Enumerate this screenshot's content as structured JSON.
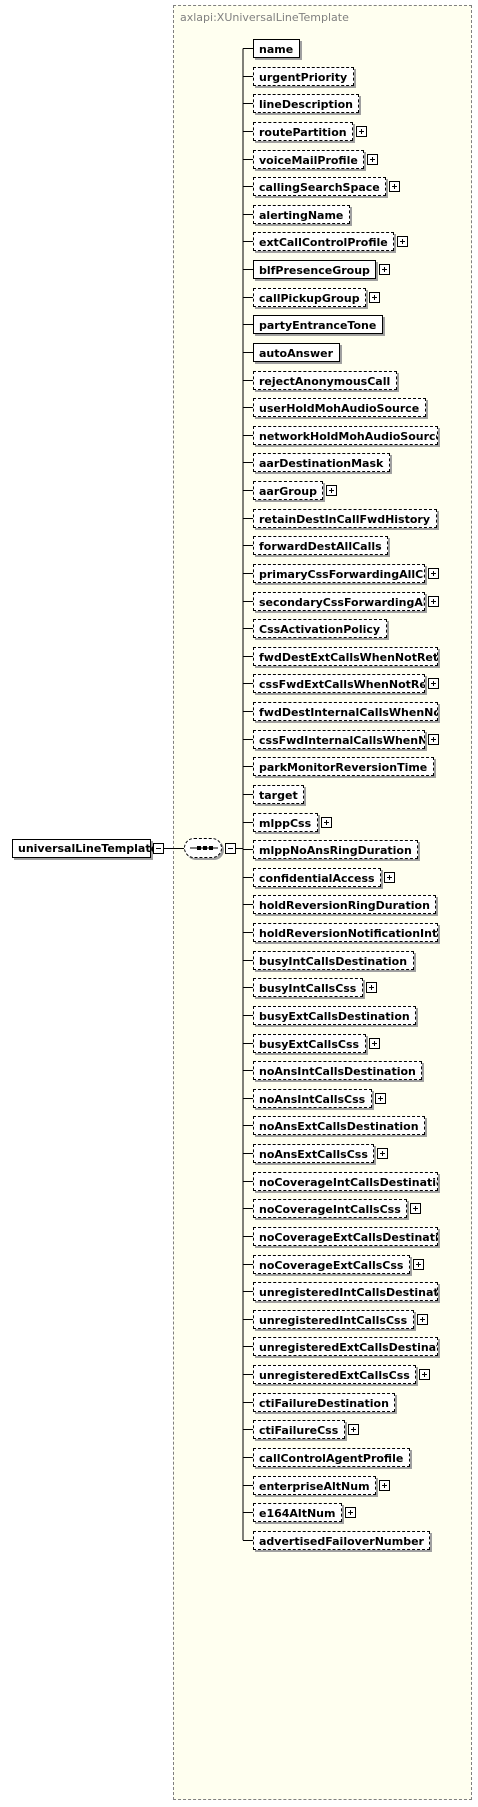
{
  "type_label": "axlapi:XUniversalLineTemplate",
  "root_element": "universalLineTemplate",
  "elements": [
    {
      "name": "name",
      "optional": false,
      "expandable": false
    },
    {
      "name": "urgentPriority",
      "optional": true,
      "expandable": false
    },
    {
      "name": "lineDescription",
      "optional": true,
      "expandable": false
    },
    {
      "name": "routePartition",
      "optional": true,
      "expandable": true
    },
    {
      "name": "voiceMailProfile",
      "optional": true,
      "expandable": true
    },
    {
      "name": "callingSearchSpace",
      "optional": true,
      "expandable": true
    },
    {
      "name": "alertingName",
      "optional": true,
      "expandable": false
    },
    {
      "name": "extCallControlProfile",
      "optional": true,
      "expandable": true
    },
    {
      "name": "blfPresenceGroup",
      "optional": false,
      "expandable": true
    },
    {
      "name": "callPickupGroup",
      "optional": true,
      "expandable": true
    },
    {
      "name": "partyEntranceTone",
      "optional": false,
      "expandable": false
    },
    {
      "name": "autoAnswer",
      "optional": false,
      "expandable": false
    },
    {
      "name": "rejectAnonymousCall",
      "optional": true,
      "expandable": false
    },
    {
      "name": "userHoldMohAudioSource",
      "optional": true,
      "expandable": false
    },
    {
      "name": "networkHoldMohAudioSource",
      "optional": true,
      "expandable": false
    },
    {
      "name": "aarDestinationMask",
      "optional": true,
      "expandable": false
    },
    {
      "name": "aarGroup",
      "optional": true,
      "expandable": true
    },
    {
      "name": "retainDestInCallFwdHistory",
      "optional": true,
      "expandable": false
    },
    {
      "name": "forwardDestAllCalls",
      "optional": true,
      "expandable": false
    },
    {
      "name": "primaryCssForwardingAllCalls",
      "optional": true,
      "expandable": true
    },
    {
      "name": "secondaryCssForwardingAllCa...",
      "optional": true,
      "expandable": true
    },
    {
      "name": "CssActivationPolicy",
      "optional": true,
      "expandable": false
    },
    {
      "name": "fwdDestExtCallsWhenNotRetriew...",
      "optional": true,
      "expandable": false
    },
    {
      "name": "cssFwdExtCallsWhenNotRetrie...",
      "optional": true,
      "expandable": true
    },
    {
      "name": "fwdDestInternalCallsWhenNotR...",
      "optional": true,
      "expandable": false
    },
    {
      "name": "cssFwdInternalCallsWhenNotR...",
      "optional": true,
      "expandable": true
    },
    {
      "name": "parkMonitorReversionTime",
      "optional": true,
      "expandable": false
    },
    {
      "name": "target",
      "optional": true,
      "expandable": false
    },
    {
      "name": "mlppCss",
      "optional": true,
      "expandable": true
    },
    {
      "name": "mlppNoAnsRingDuration",
      "optional": true,
      "expandable": false
    },
    {
      "name": "confidentialAccess",
      "optional": true,
      "expandable": true
    },
    {
      "name": "holdReversionRingDuration",
      "optional": true,
      "expandable": false
    },
    {
      "name": "holdReversionNotificationInterval",
      "optional": true,
      "expandable": false
    },
    {
      "name": "busyIntCallsDestination",
      "optional": true,
      "expandable": false
    },
    {
      "name": "busyIntCallsCss",
      "optional": true,
      "expandable": true
    },
    {
      "name": "busyExtCallsDestination",
      "optional": true,
      "expandable": false
    },
    {
      "name": "busyExtCallsCss",
      "optional": true,
      "expandable": true
    },
    {
      "name": "noAnsIntCallsDestination",
      "optional": true,
      "expandable": false
    },
    {
      "name": "noAnsIntCallsCss",
      "optional": true,
      "expandable": true
    },
    {
      "name": "noAnsExtCallsDestination",
      "optional": true,
      "expandable": false
    },
    {
      "name": "noAnsExtCallsCss",
      "optional": true,
      "expandable": true
    },
    {
      "name": "noCoverageIntCallsDestination",
      "optional": true,
      "expandable": false
    },
    {
      "name": "noCoverageIntCallsCss",
      "optional": true,
      "expandable": true
    },
    {
      "name": "noCoverageExtCallsDestination",
      "optional": true,
      "expandable": false
    },
    {
      "name": "noCoverageExtCallsCss",
      "optional": true,
      "expandable": true
    },
    {
      "name": "unregisteredIntCallsDestination",
      "optional": true,
      "expandable": false
    },
    {
      "name": "unregisteredIntCallsCss",
      "optional": true,
      "expandable": true
    },
    {
      "name": "unregisteredExtCallsDestination",
      "optional": true,
      "expandable": false
    },
    {
      "name": "unregisteredExtCallsCss",
      "optional": true,
      "expandable": true
    },
    {
      "name": "ctiFailureDestination",
      "optional": true,
      "expandable": false
    },
    {
      "name": "ctiFailureCss",
      "optional": true,
      "expandable": true
    },
    {
      "name": "callControlAgentProfile",
      "optional": true,
      "expandable": false
    },
    {
      "name": "enterpriseAltNum",
      "optional": true,
      "expandable": true
    },
    {
      "name": "e164AltNum",
      "optional": true,
      "expandable": true
    },
    {
      "name": "advertisedFailoverNumber",
      "optional": true,
      "expandable": false
    }
  ]
}
